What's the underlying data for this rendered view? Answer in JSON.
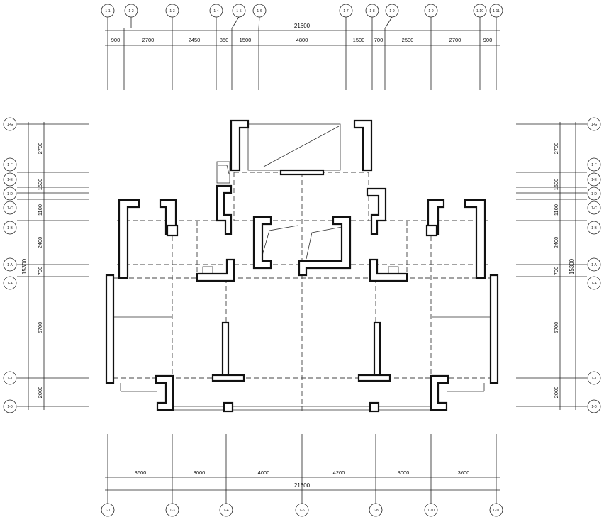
{
  "top": {
    "total": "21600",
    "dims": [
      "900",
      "2700",
      "2450",
      "850",
      "1500",
      "4800",
      "1500",
      "700",
      "2500",
      "2700",
      "900"
    ]
  },
  "bottom": {
    "total": "21600",
    "dims": [
      "3600",
      "3000",
      "4000",
      "4200",
      "3000",
      "3600"
    ]
  },
  "left": {
    "total": "15300",
    "dims": [
      "2700",
      "1500",
      "1100",
      "2400",
      "700",
      "5700",
      "2000"
    ]
  },
  "right": {
    "total": "15300",
    "dims": [
      "2700",
      "1500",
      "1100",
      "2400",
      "700",
      "5700",
      "2000"
    ]
  },
  "axis_labels": {
    "top": [
      "1-1",
      "1-2",
      "1-3",
      "1-4",
      "1-5",
      "1-6",
      "1-7",
      "1-8",
      "1-9",
      "1-10",
      "1-11"
    ],
    "bottom": [
      "1-1",
      "1-3",
      "1-4",
      "1-6",
      "1-8",
      "1-10",
      "1-11"
    ],
    "left": [
      "1-G",
      "1-F",
      "1-E",
      "1-D",
      "1-C",
      "1-B",
      "1-A",
      "1-1",
      "1-0"
    ],
    "right": [
      "1-G",
      "1-F",
      "1-E",
      "1-D",
      "1-C",
      "1-B",
      "1-A",
      "1-1",
      "1-0"
    ]
  }
}
